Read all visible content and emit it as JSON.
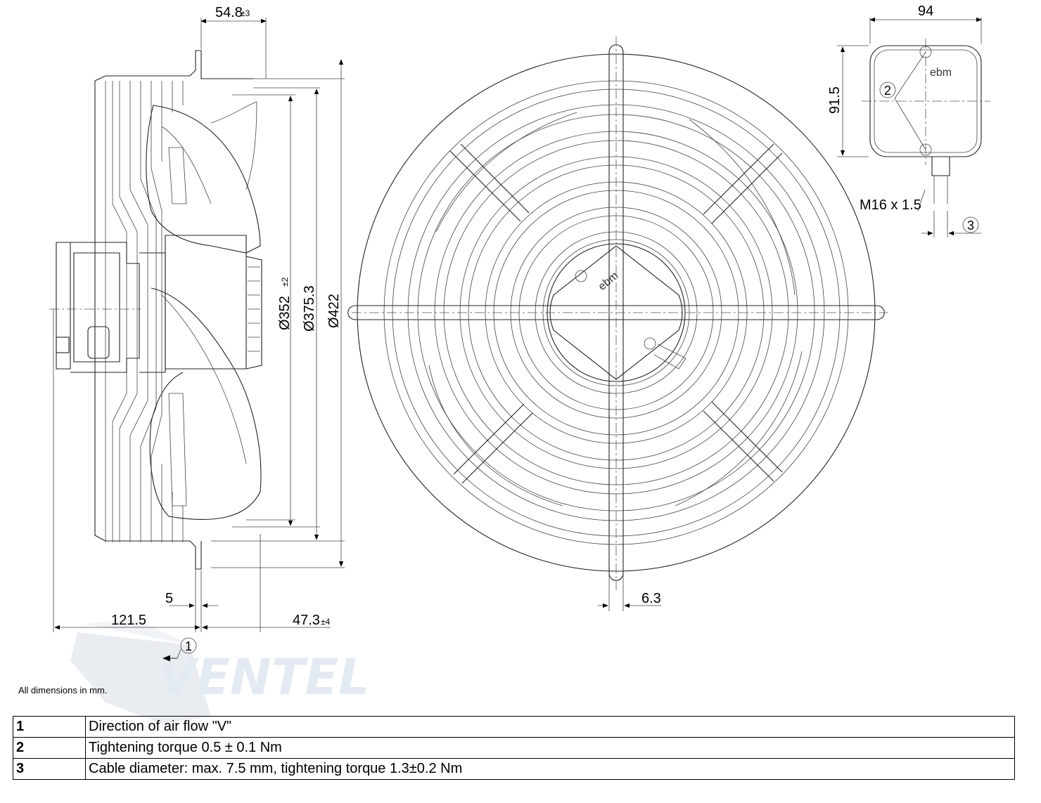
{
  "dimensions": {
    "top_offset": "54.8",
    "top_offset_tol": "±3",
    "d1": "Ø352",
    "d1_tol": "±2",
    "d2": "Ø375.3",
    "d3": "Ø422",
    "gap_5": "5",
    "depth_121": "121.5",
    "depth_47": "47.3",
    "depth_47_tol": "±4",
    "rod_6": "6.3",
    "box_width": "94",
    "box_height": "91.5",
    "thread": "M16 x 1.5"
  },
  "callouts": [
    "1",
    "2",
    "3"
  ],
  "brand_mark": "ebm",
  "watermark": "VENTEL",
  "note": "All dimensions in mm.",
  "legend": [
    {
      "num": "1",
      "text": "Direction of air flow \"V\""
    },
    {
      "num": "2",
      "text": "Tightening torque 0.5 ± 0.1 Nm"
    },
    {
      "num": "3",
      "text": "Cable diameter: max. 7.5 mm, tightening torque 1.3±0.2 Nm"
    }
  ]
}
